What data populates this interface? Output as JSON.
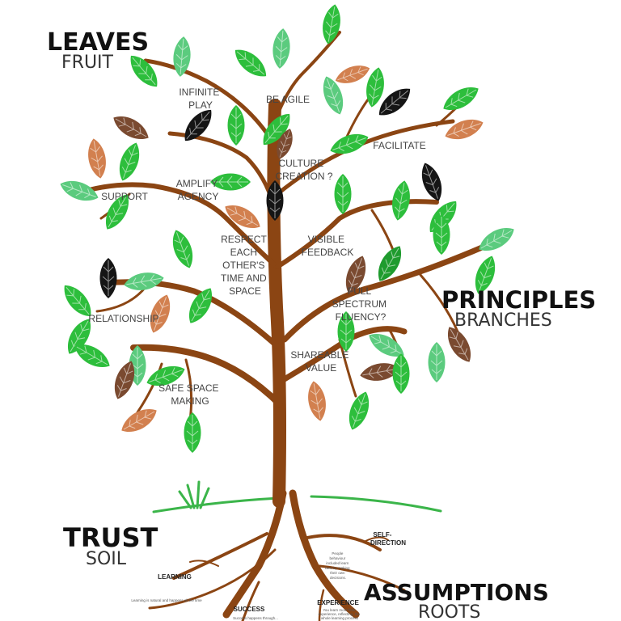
{
  "sections": {
    "leaves": {
      "title": "LEAVES",
      "subtitle": "FRUIT"
    },
    "principles": {
      "title": "PRINCIPLES",
      "subtitle": "BRANCHES"
    },
    "trust": {
      "title": "TRUST",
      "subtitle": "SOIL"
    },
    "assumptions": {
      "title": "ASSUMPTIONS",
      "subtitle": "ROOTS"
    }
  },
  "principles": [
    {
      "line1": "INFINITE",
      "line2": "PLAY"
    },
    {
      "line1": "BE AGILE"
    },
    {
      "line1": "FACILITATE"
    },
    {
      "line1": "CULTURE",
      "line2": "CREATION ?"
    },
    {
      "line1": "AMPLIFY",
      "line2": "AGENCY"
    },
    {
      "line1": "SUPPORT"
    },
    {
      "line1": "RESPECT",
      "line2": "EACH",
      "line3": "OTHER'S",
      "line4": "TIME AND",
      "line5": "SPACE"
    },
    {
      "line1": "VISIBLE",
      "line2": "FEEDBACK"
    },
    {
      "line1": "FULL",
      "line2": "SPECTRUM",
      "line3": "FLUENCY?"
    },
    {
      "line1": "RELATIONSHIP"
    },
    {
      "line1": "SHAREABLE",
      "line2": "VALUE"
    },
    {
      "line1": "SAFE SPACE",
      "line2": "MAKING"
    }
  ],
  "assumptions": {
    "self_direction": {
      "line1": "SELF-",
      "line2": "DIRECTION"
    },
    "self_direction_note": [
      "People",
      "behaviour",
      "included learn",
      "best by making",
      "their own",
      "decisions."
    ],
    "learning": "LEARNING",
    "learning_note": "Learning is natural and happens all the time",
    "success": "SUCCESS",
    "success_note": "Success happens through...",
    "experience": "EXPERIENCE",
    "experience_note": [
      "You learn most from",
      "experience, reflecting, the",
      "whole learning process"
    ]
  },
  "colors": {
    "trunk": "#8B4513",
    "leaf_green": "#2DBE3C",
    "leaf_light": "#5BCB7E",
    "leaf_dark": "#1F9B2E",
    "leaf_brown": "#7A4A30",
    "leaf_orange": "#D2804F",
    "leaf_black": "#151515",
    "grass": "#3BB54A"
  }
}
